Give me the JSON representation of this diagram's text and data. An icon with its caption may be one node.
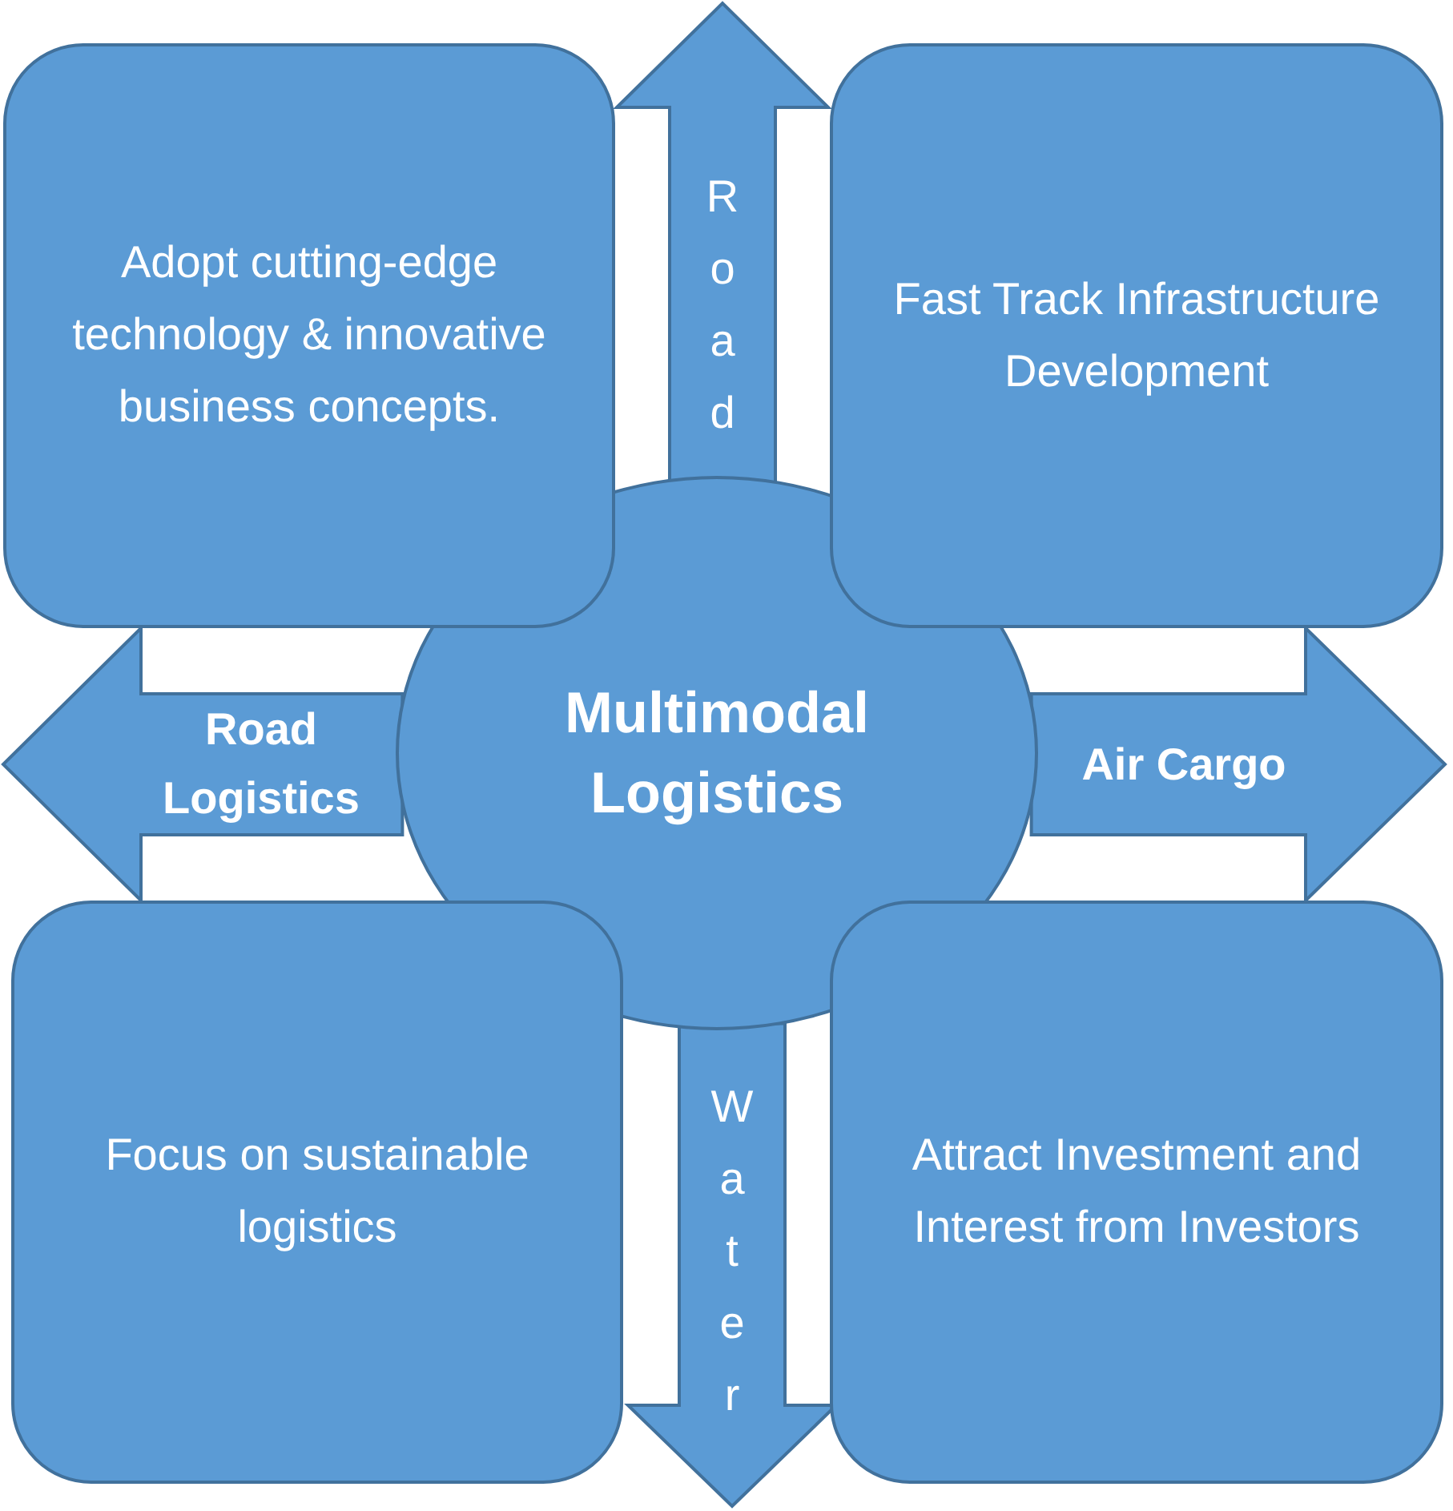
{
  "diagram": {
    "nodes": [
      {
        "text": [
          "Adopt cutting-edge technology & innovative business concepts."
        ]
      },
      {
        "text": [
          "Fast Track Infrastructure Development"
        ]
      },
      {
        "text": [
          "Multimodal Logistics"
        ]
      },
      {
        "text": [
          "Focus on sustainable logistics"
        ]
      },
      {
        "text": [
          "Attract Investment and Interest from Investors"
        ]
      }
    ],
    "edges": [
      {
        "from": 2,
        "to": null,
        "arrow": "to",
        "label": "Road"
      },
      {
        "from": 2,
        "to": null,
        "arrow": "to",
        "label": "Road Logistics"
      },
      {
        "from": 2,
        "to": null,
        "arrow": "to",
        "label": "Air Cargo"
      },
      {
        "from": 2,
        "to": null,
        "arrow": "to",
        "label": "Water"
      }
    ]
  }
}
